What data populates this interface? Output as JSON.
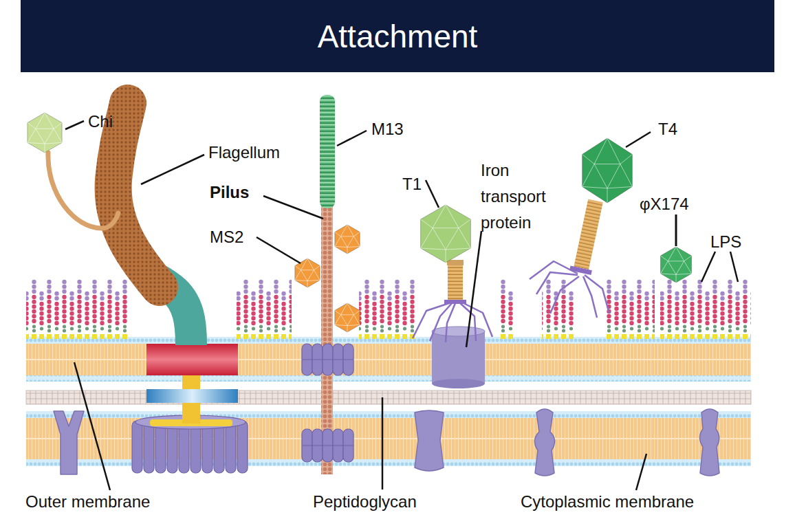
{
  "diagram": {
    "title": "Attachment",
    "labels": [
      "Chi",
      "M13",
      "T4",
      "Flagellum",
      "T1",
      "Iron transport protein",
      "Pilus",
      "φX174",
      "MS2",
      "LPS",
      "Outer membrane",
      "Peptidoglycan",
      "Cytoplasmic membrane"
    ]
  }
}
